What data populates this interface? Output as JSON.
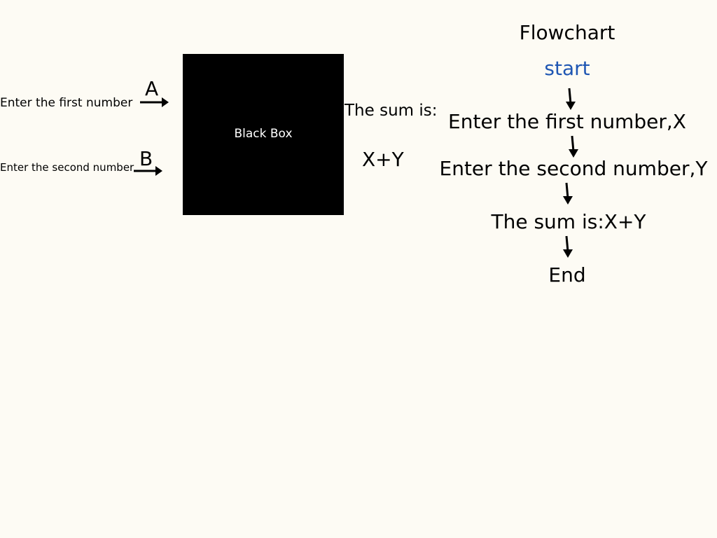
{
  "left": {
    "input_1_label": "Enter the first number",
    "input_1_var": "A",
    "input_2_label": "Enter the second number",
    "input_2_var": "B"
  },
  "black_box": {
    "label": "Black Box"
  },
  "output": {
    "label": "The sum is:",
    "value": "X+Y"
  },
  "flowchart": {
    "title": "Flowchart",
    "steps": [
      "start",
      "Enter the first number,X",
      "Enter the second number,Y",
      "The sum is:X+Y",
      "End"
    ],
    "start_color": "#1f56b3"
  }
}
